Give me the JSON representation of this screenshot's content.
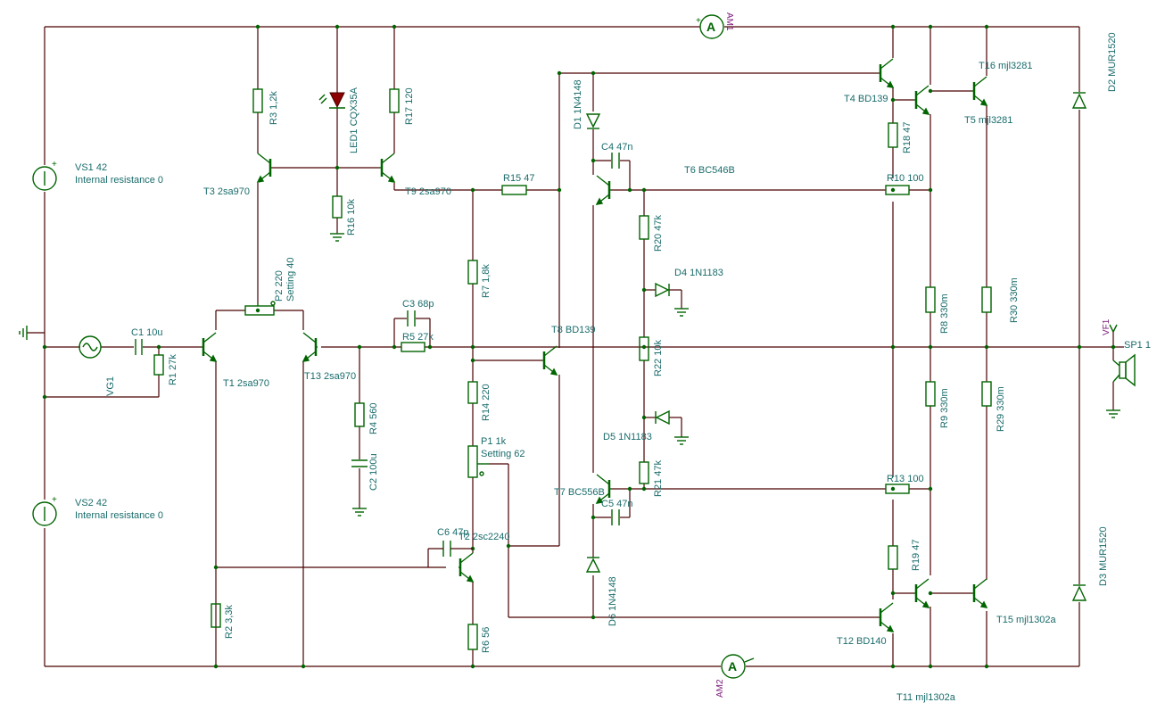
{
  "labels": [
    {
      "id": "t16",
      "text": "T16 mjl3281"
    },
    {
      "id": "d2",
      "text": "D2 MUR1520"
    },
    {
      "id": "t4",
      "text": "T4 BD139"
    },
    {
      "id": "t5",
      "text": "T5 mjl3281"
    },
    {
      "id": "r3",
      "text": "R3 1,2k"
    },
    {
      "id": "led1",
      "text": "LED1 CQX35A"
    },
    {
      "id": "r17",
      "text": "R17 120"
    },
    {
      "id": "d1",
      "text": "D1 1N4148"
    },
    {
      "id": "r18",
      "text": "R18 47"
    },
    {
      "id": "c4",
      "text": "C4 47n"
    },
    {
      "id": "vs1",
      "text": "VS1 42"
    },
    {
      "id": "vs1_int",
      "text": "Internal resistance 0"
    },
    {
      "id": "t6",
      "text": "T6 BC546B"
    },
    {
      "id": "t3",
      "text": "T3 2sa970"
    },
    {
      "id": "t9",
      "text": "T9 2sa970"
    },
    {
      "id": "r15",
      "text": "R15 47"
    },
    {
      "id": "r10",
      "text": "R10 100"
    },
    {
      "id": "r16",
      "text": "R16 10k"
    },
    {
      "id": "r20",
      "text": "R20 47k"
    },
    {
      "id": "d4",
      "text": "D4 1N1183"
    },
    {
      "id": "p2",
      "text": "P2 220"
    },
    {
      "id": "p2_set",
      "text": "Setting 40"
    },
    {
      "id": "r7",
      "text": "R7 1,8k"
    },
    {
      "id": "r8",
      "text": "R8 330m"
    },
    {
      "id": "r30",
      "text": "R30 330m"
    },
    {
      "id": "c3",
      "text": "C3 68p"
    },
    {
      "id": "c1",
      "text": "C1 10u"
    },
    {
      "id": "r5",
      "text": "R5 27k"
    },
    {
      "id": "t8",
      "text": "T8 BD139"
    },
    {
      "id": "vf1",
      "text": "VF1"
    },
    {
      "id": "sp1",
      "text": "SP1 1"
    },
    {
      "id": "r1",
      "text": "R1 27k"
    },
    {
      "id": "r22",
      "text": "R22 10k"
    },
    {
      "id": "vg1",
      "text": "VG1"
    },
    {
      "id": "t1",
      "text": "T1 2sa970"
    },
    {
      "id": "t13",
      "text": "T13 2sa970"
    },
    {
      "id": "r14",
      "text": "R14 220"
    },
    {
      "id": "r9",
      "text": "R9 330m"
    },
    {
      "id": "r29",
      "text": "R29 330m"
    },
    {
      "id": "r4",
      "text": "R4 560"
    },
    {
      "id": "d5",
      "text": "D5 1N1183"
    },
    {
      "id": "p1",
      "text": "P1 1k"
    },
    {
      "id": "p1_set",
      "text": "Setting 62"
    },
    {
      "id": "c2",
      "text": "C2 100u"
    },
    {
      "id": "r21",
      "text": "R21 47k"
    },
    {
      "id": "r13",
      "text": "R13 100"
    },
    {
      "id": "t7",
      "text": "T7 BC556B"
    },
    {
      "id": "c5",
      "text": "C5 47n"
    },
    {
      "id": "vs2",
      "text": "VS2 42"
    },
    {
      "id": "vs2_int",
      "text": "Internal resistance 0"
    },
    {
      "id": "d3",
      "text": "D3 MUR1520"
    },
    {
      "id": "c6",
      "text": "C6 47p"
    },
    {
      "id": "t2",
      "text": "T2 2sc2240"
    },
    {
      "id": "r19",
      "text": "R19 47"
    },
    {
      "id": "r2",
      "text": "R2 3,3k"
    },
    {
      "id": "d6",
      "text": "D6 1N4148"
    },
    {
      "id": "t15",
      "text": "T15 mjl1302a"
    },
    {
      "id": "r6",
      "text": "R6 56"
    },
    {
      "id": "t12",
      "text": "T12 BD140"
    },
    {
      "id": "t11",
      "text": "T11 mjl1302a"
    },
    {
      "id": "am1",
      "text": "AM1"
    },
    {
      "id": "am2",
      "text": "AM2"
    },
    {
      "id": "meter_a",
      "text": "A"
    }
  ]
}
